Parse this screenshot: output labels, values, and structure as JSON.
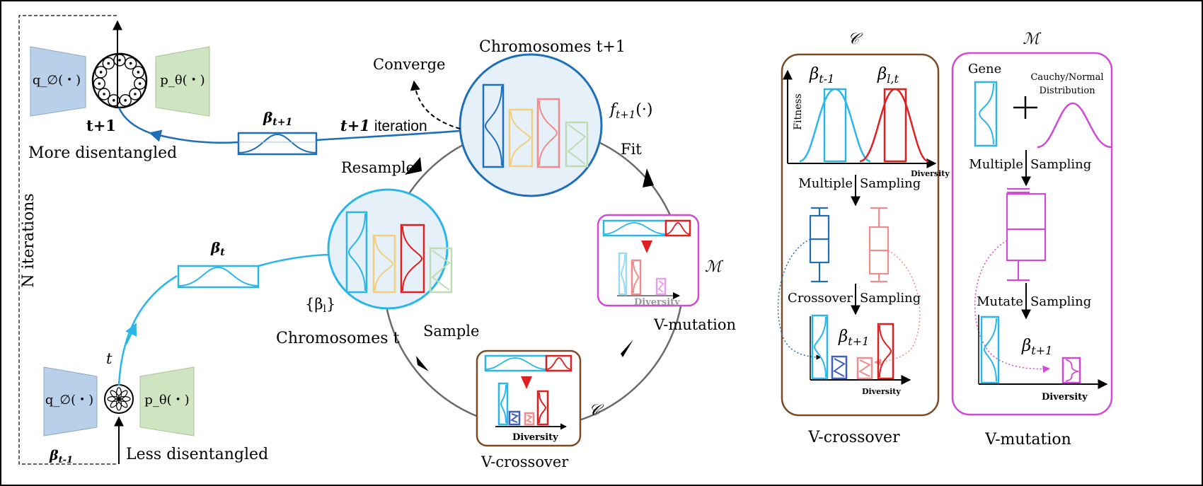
{
  "colors": {
    "blue_dark": "#1f6fb8",
    "blue_light": "#2bb6e8",
    "circle_fill": "#e6f0f8",
    "brown": "#7a4a28",
    "magenta": "#d14ad6",
    "red": "#e02020",
    "pink": "#f08c8c",
    "yellow": "#f0d080",
    "green_pale": "#bcdcb4",
    "encoder_blue": "#b8d0ea",
    "decoder_green": "#cfe4c0",
    "gray_cycle": "#6a6a6a"
  },
  "left": {
    "encoder_label": "q_∅(・)",
    "decoder_label": "p_θ(・)",
    "top_step": "t+1",
    "more": "More disentangled",
    "bottom_step": "t",
    "less": "Less disentangled",
    "beta_prev": "β",
    "beta_prev_sub": "t-1",
    "beta_t": "β",
    "beta_t_sub": "t",
    "beta_next": "β",
    "beta_next_sub": "t+1",
    "iterations_label": "N  iterations"
  },
  "cycle": {
    "converge": "Converge",
    "chrom_next": "Chromosomes t+1",
    "fit_fn": "f",
    "fit_fn_sub": "t+1",
    "fit_fn_arg": "(·)",
    "iteration_prefix": "t+1",
    "iteration_word": "iteration",
    "fit": "Fit",
    "resample": "Resample",
    "beta_set": "{β",
    "beta_set_sub": "l",
    "beta_set_close": "}",
    "chrom_t": "Chromosomes t",
    "sample": "Sample",
    "vmutation": "V-mutation",
    "vcrossover": "V-crossover",
    "m_symbol": "ℳ",
    "c_symbol": "𝒞",
    "diversity": "Diversity"
  },
  "crossover_panel": {
    "symbol": "𝒞",
    "beta_a": "β",
    "beta_a_sub": "t-1",
    "beta_b": "β",
    "beta_b_sub": "l,t",
    "fitness": "Fitness",
    "diversity": "Diversity",
    "multiple": "Multiple",
    "sampling1": "Sampling",
    "crossover": "Crossover",
    "sampling2": "Sampling",
    "beta_c": "β",
    "beta_c_sub": "t+1",
    "diversity2": "Diversity",
    "caption": "V-crossover"
  },
  "mutation_panel": {
    "symbol": "ℳ",
    "gene": "Gene",
    "distribution_line1": "Cauchy/Normal",
    "distribution_line2": "Distribution",
    "multiple": "Multiple",
    "sampling1": "Sampling",
    "mutate": "Mutate",
    "sampling2": "Sampling",
    "beta": "β",
    "beta_sub": "t+1",
    "diversity": "Diversity",
    "caption": "V-mutation"
  }
}
